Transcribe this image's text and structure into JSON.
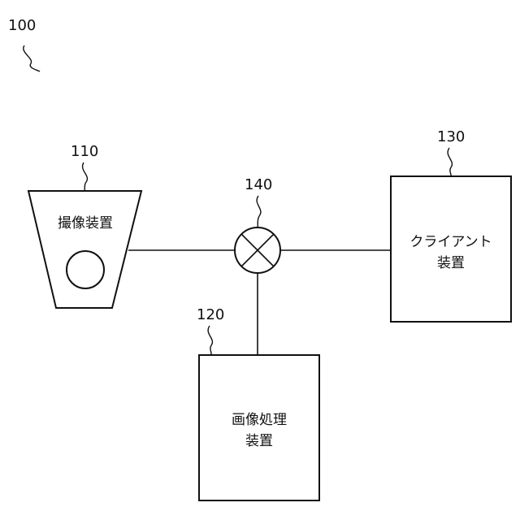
{
  "figure": {
    "ref_system": "100"
  },
  "camera": {
    "ref": "110",
    "label": "撮像装置"
  },
  "image_processor": {
    "ref": "120",
    "label_line1": "画像処理",
    "label_line2": "装置"
  },
  "client": {
    "ref": "130",
    "label_line1": "クライアント",
    "label_line2": "装置"
  },
  "network": {
    "ref": "140"
  }
}
